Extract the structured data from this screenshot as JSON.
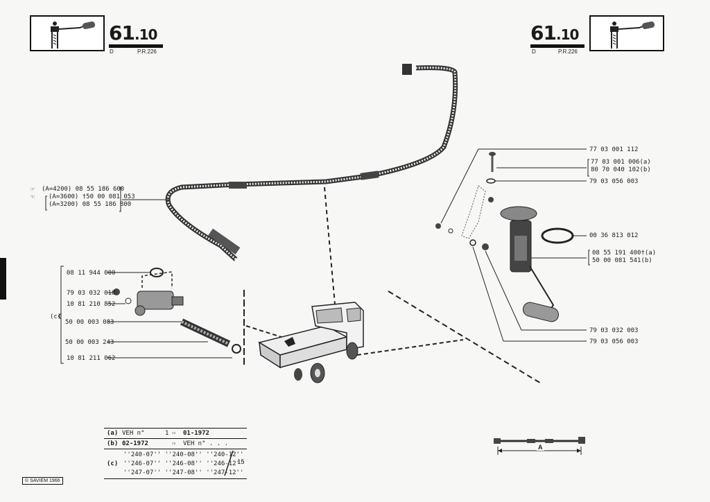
{
  "header_left": {
    "section": "61",
    "subsection": ".10",
    "code_left": "D",
    "code_right": "P.R.226"
  },
  "header_right": {
    "section": "61",
    "subsection": ".10",
    "code_left": "D",
    "code_right": "P.R.226"
  },
  "cable_refs": [
    "(A=4200) 08 55 186 600",
    "(A=3600) †50 00 081 053",
    "(A=3200) 08 55 186 800"
  ],
  "left_parts": [
    "08 11 944 000",
    "79 03 032 018",
    "10 81 210 852",
    "50 00 003 083",
    "50 00 003 243",
    "10 81 211 062"
  ],
  "left_group_label": "(c)",
  "right_parts": {
    "p1": "77 03 001 112",
    "p2a": "77 03 001 006(a)",
    "p2b": "80 70 040 102(b)",
    "p3": "79 03 056 003",
    "p4": "00 36 813 012",
    "p5a": "08 55 191 400†(a)",
    "p5b": "50 00 081 541(b)",
    "p6": "79 03 032 003",
    "p7": "79 03 056 003"
  },
  "legend": {
    "a_label": "(a)",
    "a_text": "VEH n°",
    "a_from": "1",
    "a_to": "01-1972",
    "b_label": "(b)",
    "b_text": "02-1972",
    "b_to": "VEH n° . . .",
    "c_label": "(c)",
    "c_row1": "''240-07'' ''240-08'' ''240-12''",
    "c_row2": "''246-07'' ''246-08'' ''246-12''",
    "c_row3": "''247-07'' ''247-08'' ''247-12''",
    "c_ref": "15"
  },
  "dimension_label": "A",
  "copyright": "© SAVIEM 1966"
}
